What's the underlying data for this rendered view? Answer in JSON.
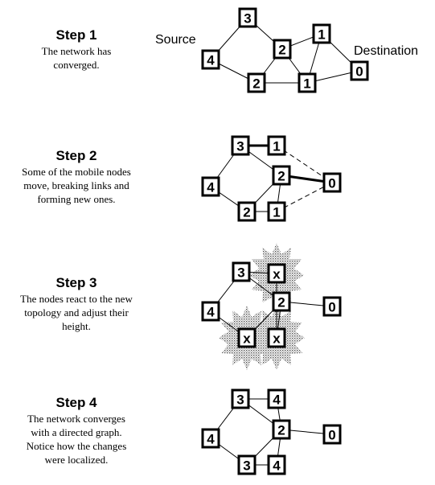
{
  "labels": {
    "source": "Source",
    "destination": "Destination"
  },
  "steps": [
    {
      "title": "Step 1",
      "description": [
        "The network has",
        "converged."
      ]
    },
    {
      "title": "Step 2",
      "description": [
        "Some of the mobile nodes",
        "move, breaking links and",
        "forming new ones."
      ]
    },
    {
      "title": "Step 3",
      "description": [
        "The nodes react to the new",
        "topology and adjust their",
        "height."
      ]
    },
    {
      "title": "Step 4",
      "description": [
        "The network converges",
        "with a directed graph.",
        "Notice how the changes",
        "were localized."
      ]
    }
  ],
  "graphs": [
    {
      "nodes": [
        "3",
        "4",
        "2",
        "1",
        "2",
        "1",
        "0"
      ]
    },
    {
      "nodes": [
        "3",
        "1",
        "4",
        "2",
        "0",
        "2",
        "1"
      ]
    },
    {
      "nodes": [
        "3",
        "x",
        "4",
        "2",
        "0",
        "x",
        "x"
      ]
    },
    {
      "nodes": [
        "3",
        "4",
        "4",
        "2",
        "0",
        "3",
        "4"
      ]
    }
  ]
}
